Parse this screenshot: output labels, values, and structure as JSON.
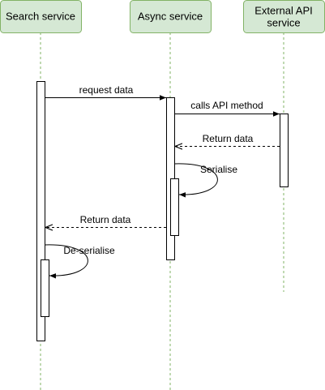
{
  "participants": [
    {
      "id": "search",
      "label_lines": [
        "Search service"
      ]
    },
    {
      "id": "async",
      "label_lines": [
        "Async service"
      ]
    },
    {
      "id": "external",
      "label_lines": [
        "External API",
        "service"
      ]
    }
  ],
  "messages": {
    "request_data": "request data",
    "calls_api_method": "calls API method",
    "return_data_external": "Return data",
    "serialise": "Serialise",
    "return_data_async": "Return data",
    "deserialise": "De-serialise"
  },
  "colors": {
    "participant_fill": "#d5e8d4",
    "participant_stroke": "#82b366",
    "lifeline": "#82b366",
    "line": "#000000"
  }
}
